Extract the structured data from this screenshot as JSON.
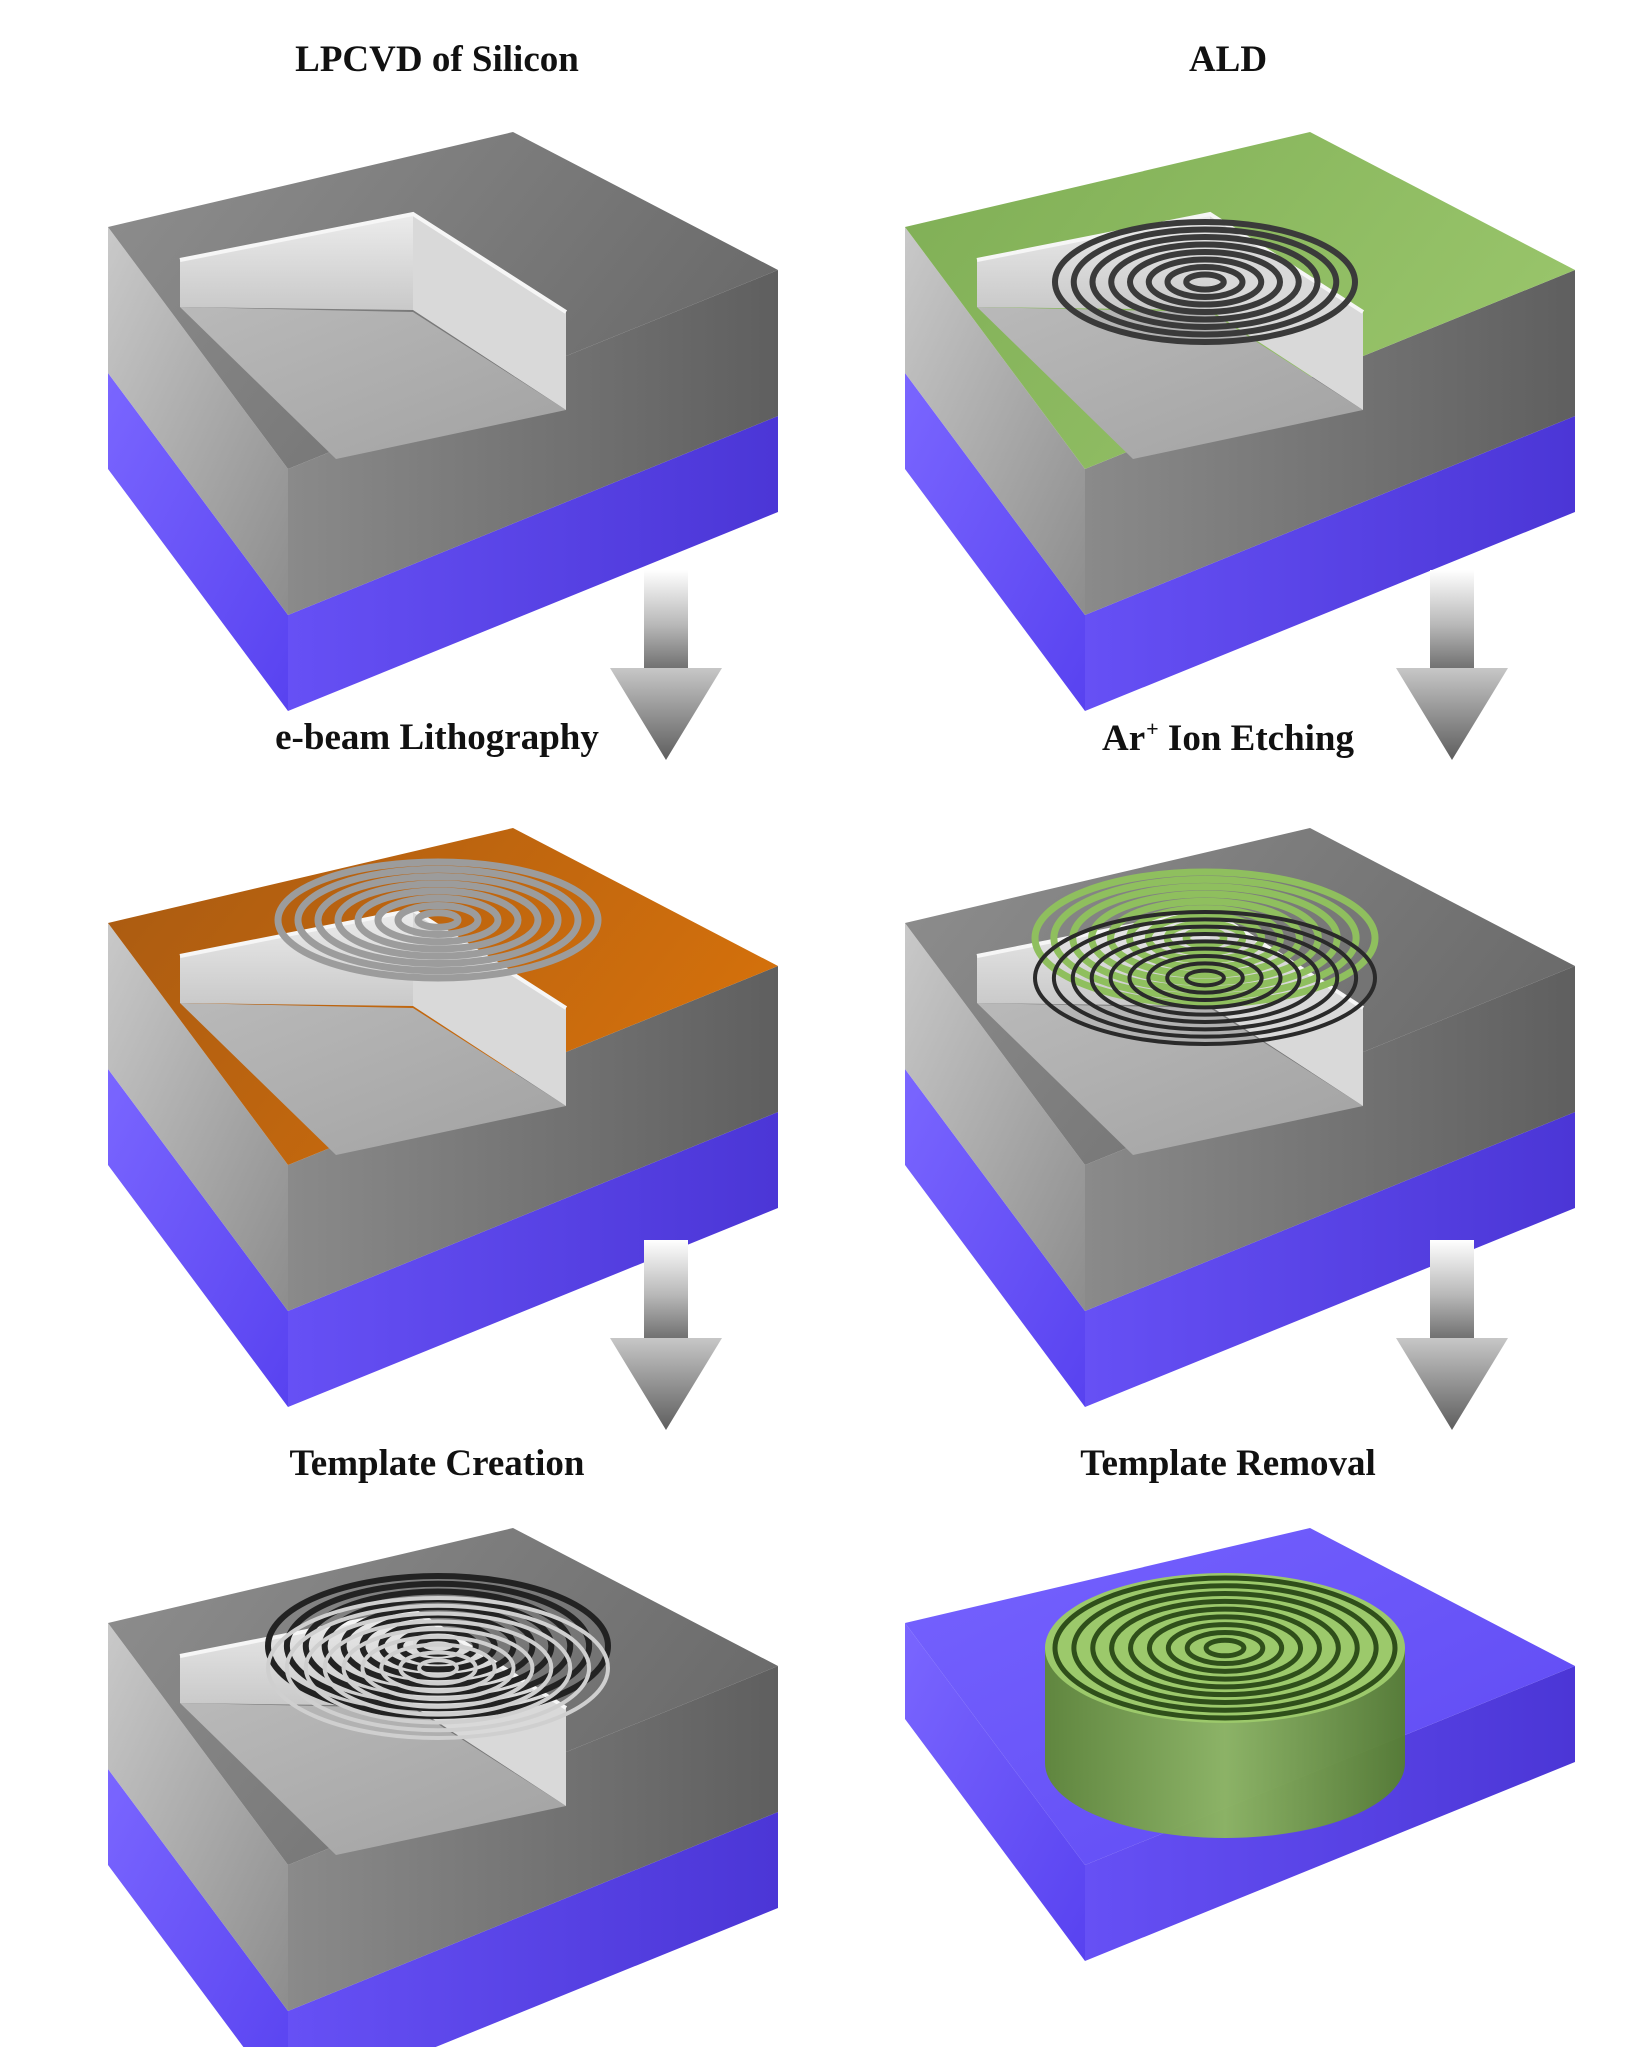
{
  "diagram": {
    "steps": [
      {
        "title": "LPCVD of Silicon"
      },
      {
        "title": "e-beam Lithography"
      },
      {
        "title": "Template Creation"
      },
      {
        "title": "ALD"
      },
      {
        "title_main": "Ar",
        "title_sup": "+",
        "title_rest": " Ion Etching"
      },
      {
        "title": "Template Removal"
      }
    ],
    "colors": {
      "substrate": "#6a54ff",
      "silicon": "#8e8e8e",
      "resist": "#c8670d",
      "ald_film": "#8fbe62",
      "arrow": "#7a7a7a"
    }
  }
}
